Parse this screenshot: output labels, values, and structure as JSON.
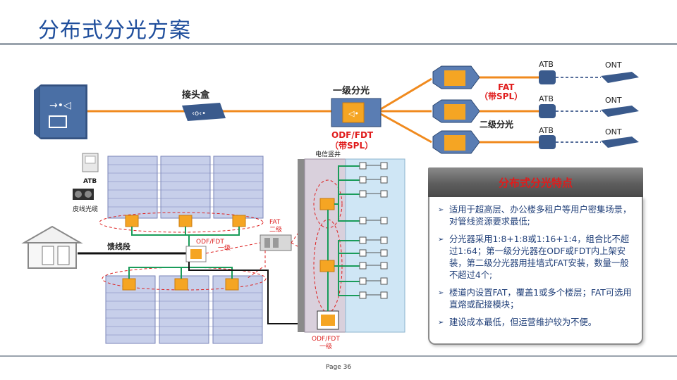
{
  "title": "分布式分光方案",
  "top": {
    "splice_box": "接头盒",
    "level1": "一级分光",
    "odf_fdt_line1": "ODF/FDT",
    "odf_fdt_line2": "（带SPL）",
    "fat_line1": "FAT",
    "fat_line2": "（带SPL）",
    "level2": "二级分光",
    "atb": "ATB",
    "ont": "ONT"
  },
  "bottom": {
    "atb": "ATB",
    "drop_cable": "皮线光缆",
    "feeder": "馈线段",
    "odf_fdt_left": "ODF/FDT",
    "odf_fdt_left_sub": "一级",
    "fat": "FAT",
    "fat_sub": "二级",
    "shaft": "电信竖井",
    "odf_fdt_bottom": "ODF/FDT",
    "odf_fdt_bottom_sub": "一级"
  },
  "panel": {
    "header": "分布式分光特点",
    "bullets": [
      "适用于超高层、办公楼多租户等用户密集场景，对管线资源要求最低;",
      "分光器采用1:8+1:8或1:16+1:4，组合比不超过1:64；第一级分光器在ODF或FDT内上架安装，第二级分光器用挂墙式FAT安装，数量一般不超过4个;",
      "楼道内设置FAT，覆盖1或多个楼层；FAT可选用直熔或配接模块；",
      "建设成本最低，但运营维护较为不便。"
    ]
  },
  "page": "Page 36",
  "colors": {
    "title": "#1f4e9c",
    "fiber": "#f08a1e",
    "green_fiber": "#1a9c5a",
    "panel_header_text": "#e01b1b",
    "icon_blue": "#3a5a8c"
  }
}
